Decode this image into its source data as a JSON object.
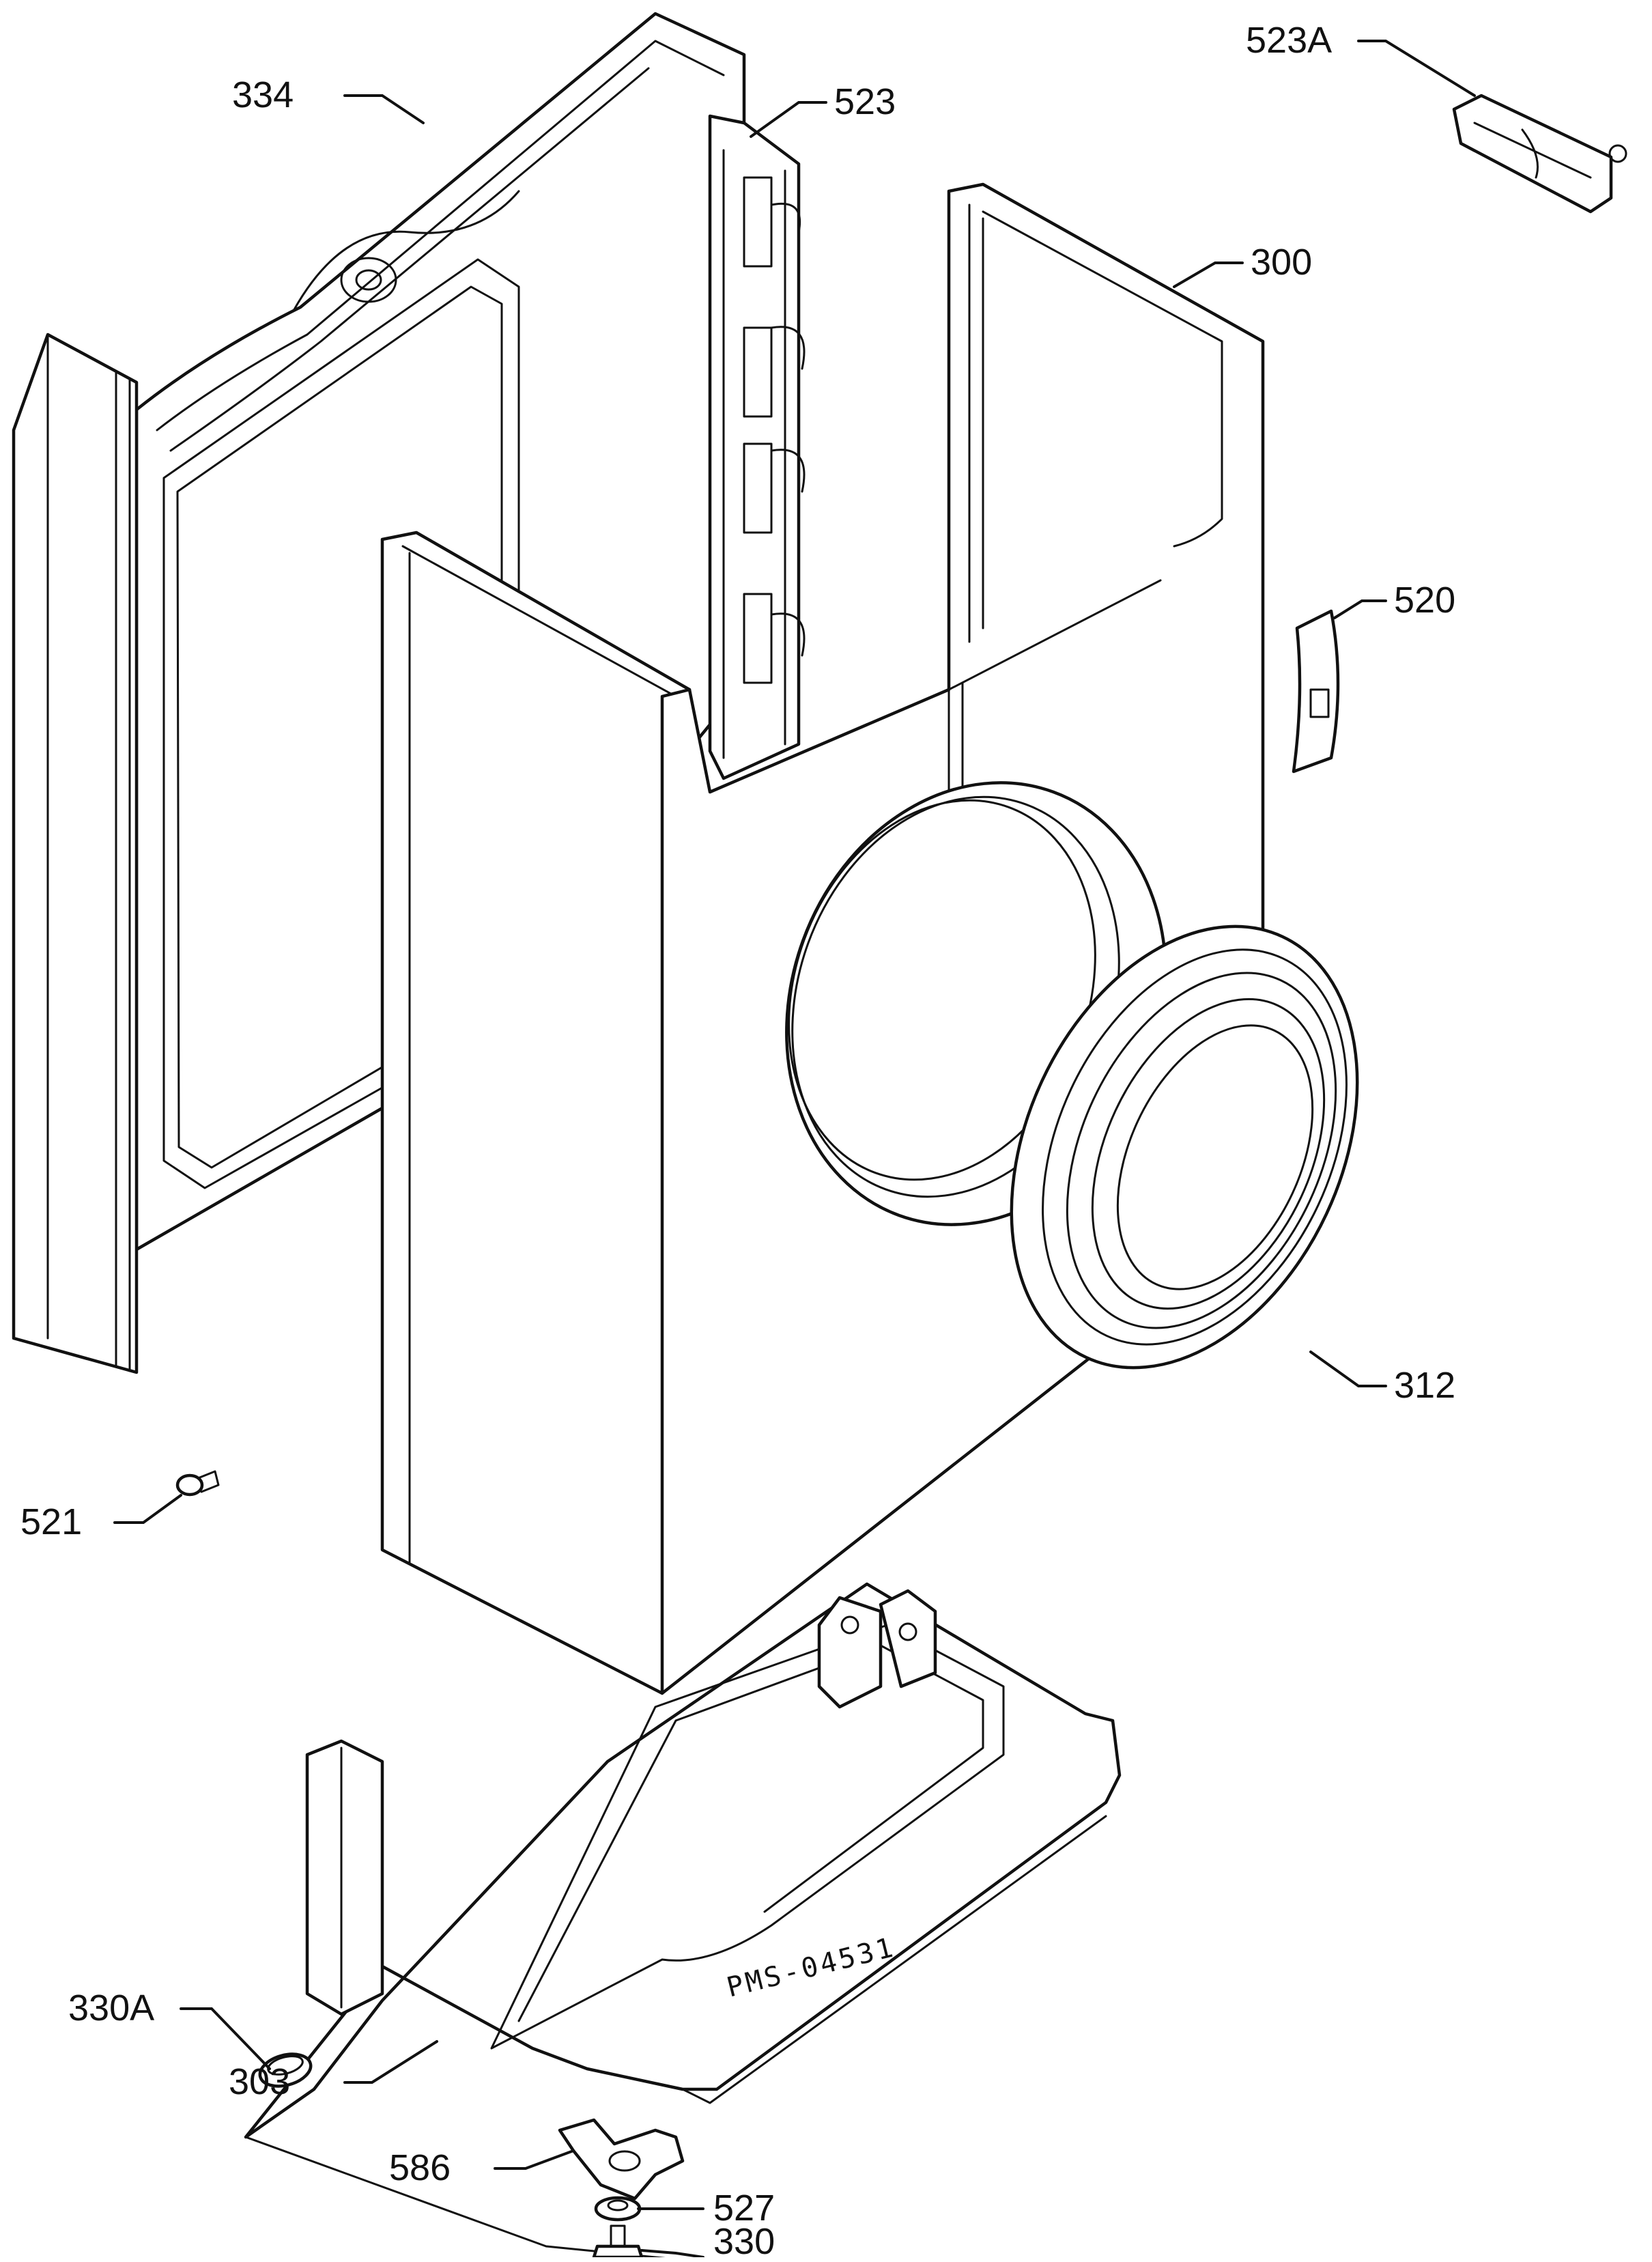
{
  "diagram": {
    "callouts": {
      "c334": "334",
      "c523": "523",
      "c523a": "523A",
      "c300": "300",
      "c520": "520",
      "c312": "312",
      "c521": "521",
      "c330a": "330A",
      "c303": "303",
      "c586": "586",
      "c527": "527",
      "c330": "330"
    },
    "drawing_code": "PMS-04531",
    "ink_color": "#111111",
    "paper_color": "#ffffff"
  }
}
